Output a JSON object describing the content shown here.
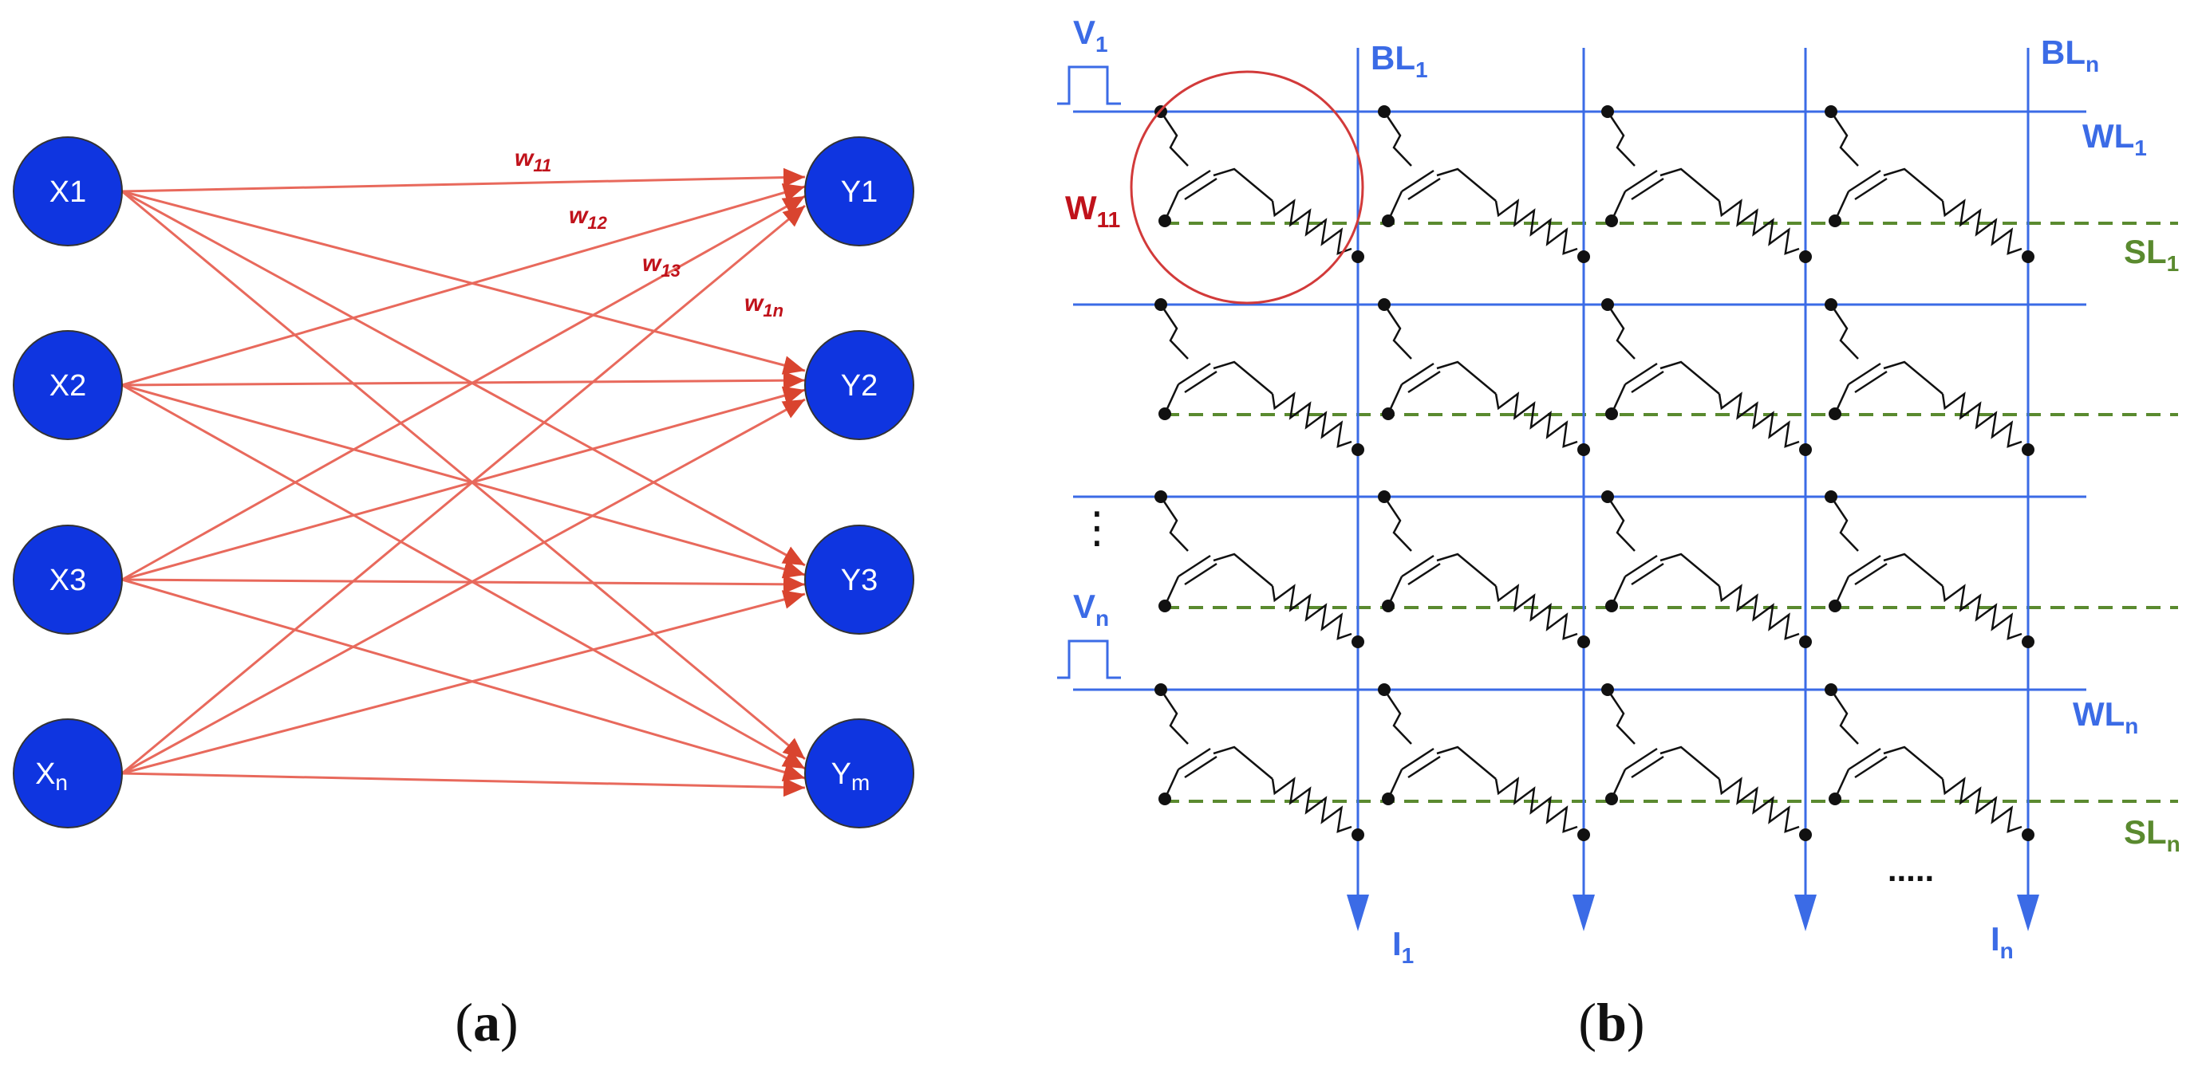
{
  "panel_a": {
    "inputs": [
      "X1",
      "X2",
      "X3",
      "X",
      "n"
    ],
    "outputs": [
      "Y1",
      "Y2",
      "Y3",
      "Y",
      "m"
    ],
    "weights": [
      {
        "base": "w",
        "sub": "11"
      },
      {
        "base": "w",
        "sub": "12"
      },
      {
        "base": "w",
        "sub": "13"
      },
      {
        "base": "w",
        "sub": "1n"
      }
    ],
    "caption": {
      "open": "(",
      "letter": "a",
      "close": ")"
    }
  },
  "panel_b": {
    "v1": {
      "base": "V",
      "sub": "1"
    },
    "vn": {
      "base": "V",
      "sub": "n"
    },
    "bl1": {
      "base": "BL",
      "sub": "1"
    },
    "bln": {
      "base": "BL",
      "sub": "n"
    },
    "wl1": {
      "base": "WL",
      "sub": "1"
    },
    "wln": {
      "base": "WL",
      "sub": "n"
    },
    "sl1": {
      "base": "SL",
      "sub": "1"
    },
    "sln": {
      "base": "SL",
      "sub": "n"
    },
    "w11": {
      "base": "W",
      "sub": "11"
    },
    "i1": {
      "base": "I",
      "sub": "1"
    },
    "in": {
      "base": "I",
      "sub": "n"
    },
    "vdots": "⋮",
    "hdots": ".....",
    "caption": {
      "open": "(",
      "letter": "b",
      "close": ")"
    }
  },
  "colors": {
    "node_fill": "#0f35e0",
    "arrow": "#e8695c",
    "wire_blue": "#3b6be6",
    "wire_green": "#5a8a2f",
    "highlight_red": "#d23a3a"
  }
}
